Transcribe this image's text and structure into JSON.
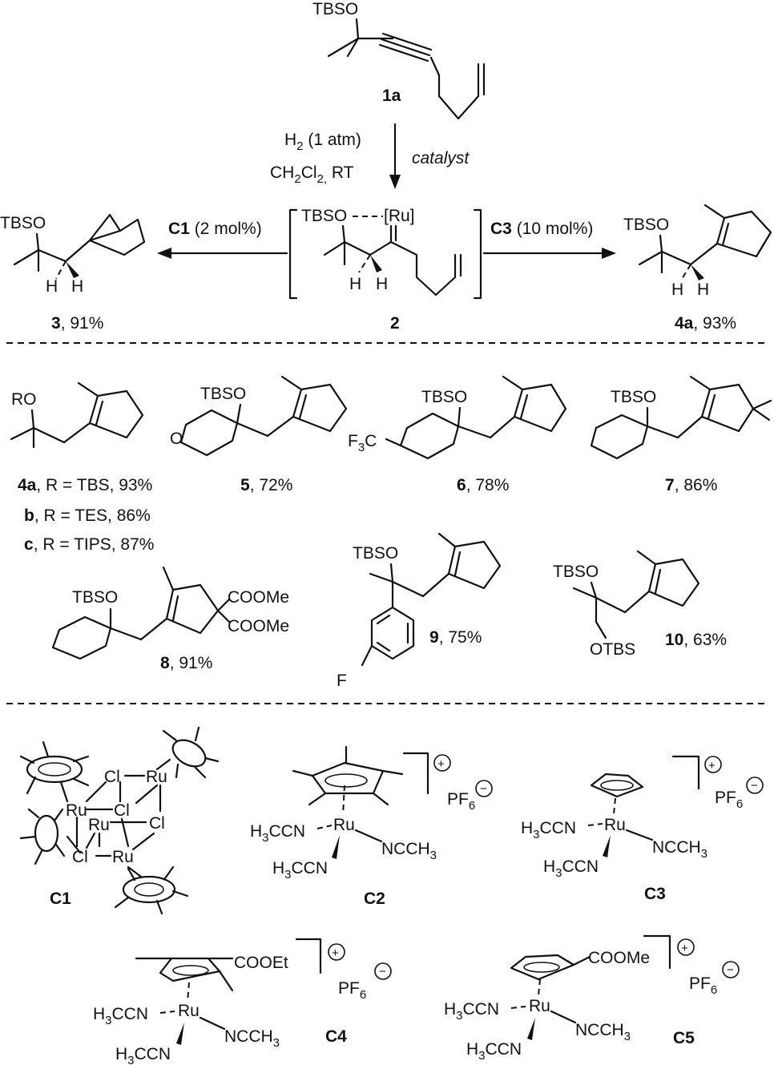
{
  "colors": {
    "ink": "#111111",
    "background": "#ffffff"
  },
  "top": {
    "tbso": "TBSO",
    "compound_1a": "1a",
    "reagent_h2": "H",
    "reagent_h2_sub": "2",
    "reagent_atm": " (1 atm)",
    "solvent_a": "CH",
    "solvent_sub1": "2",
    "solvent_b": "Cl",
    "solvent_sub2": "2,",
    "solvent_rt": " RT",
    "catalyst": "catalyst"
  },
  "intermediate": {
    "tbso_ru": "TBSO",
    "ru": "[Ru]",
    "h": "H",
    "label": "2"
  },
  "left_product": {
    "arrow_cat": "C1",
    "arrow_load": " (2 mol%)",
    "tbso": "TBSO",
    "h": "H",
    "label_num": "3",
    "label_yield": ", 91%"
  },
  "right_product": {
    "arrow_cat": "C3",
    "arrow_load": " (10 mol%)",
    "tbso": "TBSO",
    "h": "H",
    "label_num": "4a",
    "label_yield": ", 93%"
  },
  "scope": {
    "c4_ro": "RO",
    "c4_a_num": "4a",
    "c4_a_text": ", R = TBS, 93%",
    "c4_b_num": "b",
    "c4_b_text": ", R = TES, 86%",
    "c4_c_num": "c",
    "c4_c_text": ", R = TIPS, 87%",
    "c5_tbso": "TBSO",
    "c5_o": "O",
    "c5_num": "5",
    "c5_yield": ", 72%",
    "c6_tbso": "TBSO",
    "c6_f3c_a": "F",
    "c6_f3c_sub": "3",
    "c6_f3c_b": "C",
    "c6_num": "6",
    "c6_yield": ", 78%",
    "c7_tbso": "TBSO",
    "c7_num": "7",
    "c7_yield": ", 86%",
    "c8_tbso": "TBSO",
    "c8_ester1": "COOMe",
    "c8_ester2": "COOMe",
    "c8_num": "8",
    "c8_yield": ", 91%",
    "c9_tbso": "TBSO",
    "c9_f": "F",
    "c9_num": "9",
    "c9_yield": ", 75%",
    "c10_tbso": "TBSO",
    "c10_otbs": "OTBS",
    "c10_num": "10",
    "c10_yield": ", 63%"
  },
  "catalysts": {
    "ru": "Ru",
    "cl": "Cl",
    "h3ccn_a": "H",
    "h3ccn_sub": "3",
    "h3ccn_b": "CCN",
    "nccch3_a": "NCCH",
    "nccch3_sub": "3",
    "pf6_a": "PF",
    "pf6_sub": "6",
    "plus": "+",
    "minus": "−",
    "c1": "C1",
    "c2": "C2",
    "c3": "C3",
    "c4": "C4",
    "c5": "C5",
    "c4_ester": "COOEt",
    "c5_ester": "COOMe"
  }
}
